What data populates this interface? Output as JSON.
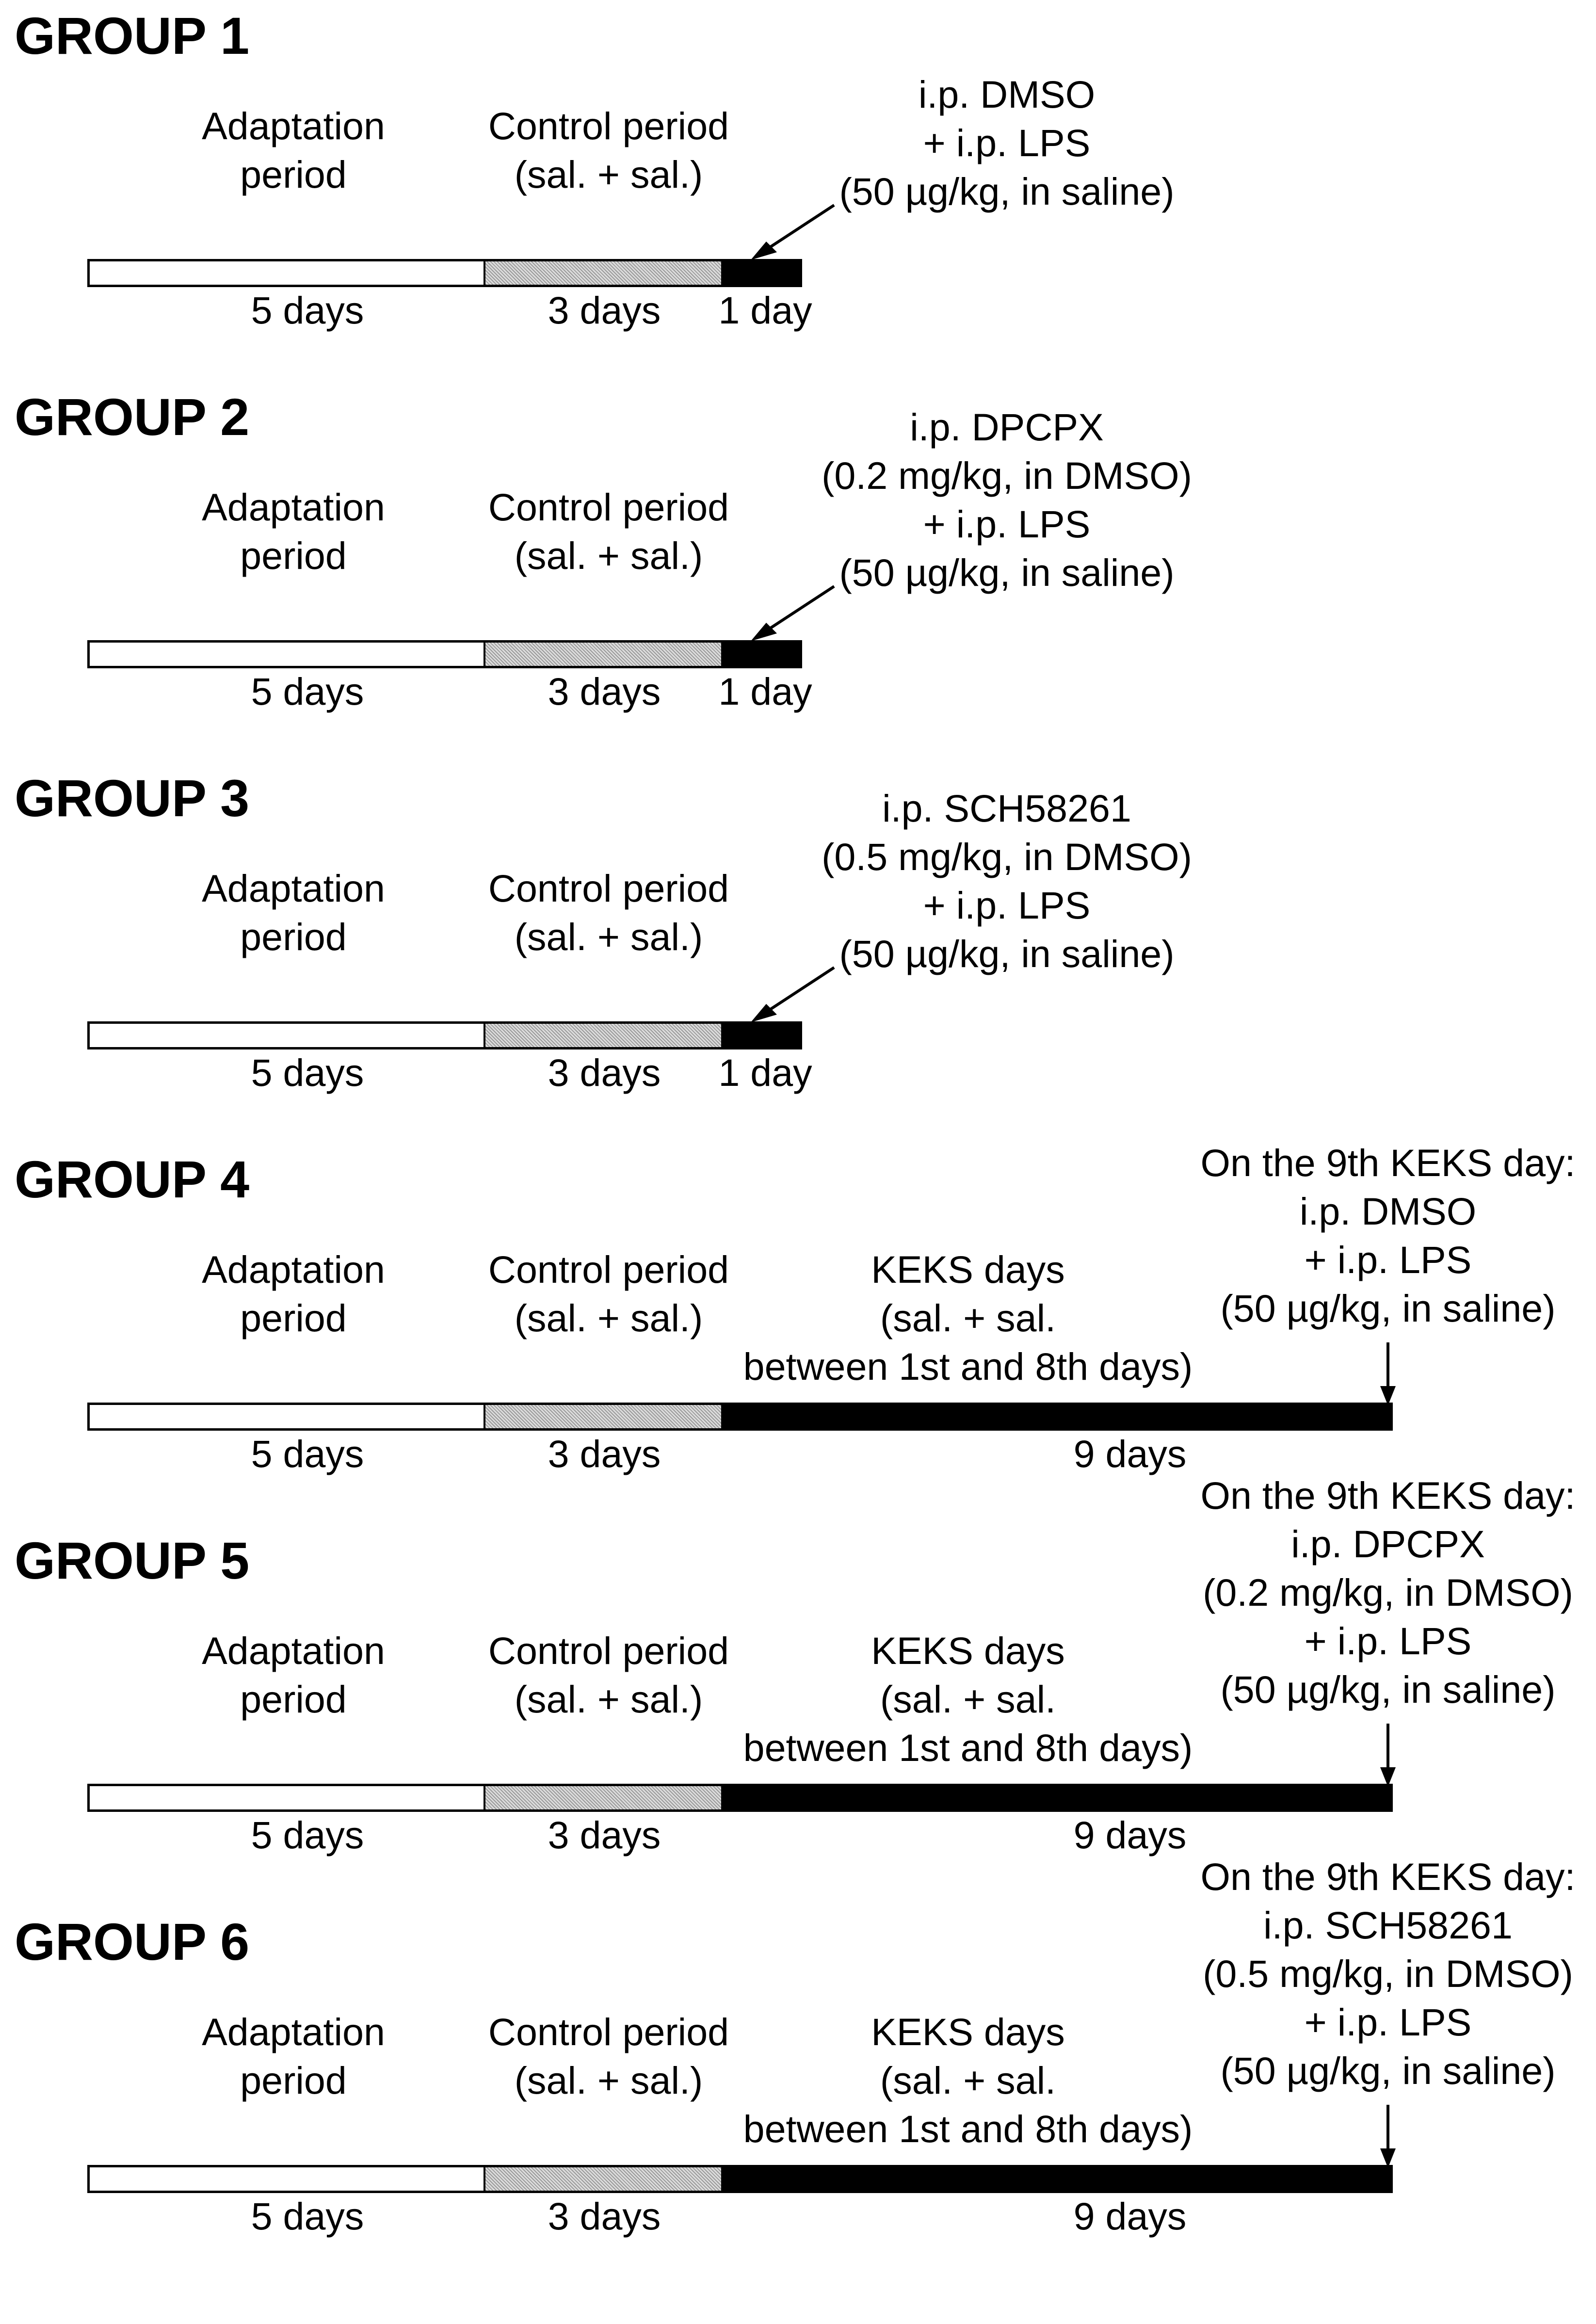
{
  "groups": [
    {
      "title": "GROUP 1",
      "phases": {
        "adaptation": [
          "Adaptation",
          "period"
        ],
        "control": [
          "Control period",
          "(sal. + sal.)"
        ]
      },
      "treatment": [
        "i.p. DMSO",
        "+ i.p. LPS",
        "(50 µg/kg, in saline)"
      ],
      "durations": [
        "5 days",
        "3 days",
        "1 day"
      ]
    },
    {
      "title": "GROUP 2",
      "phases": {
        "adaptation": [
          "Adaptation",
          "period"
        ],
        "control": [
          "Control period",
          "(sal. + sal.)"
        ]
      },
      "treatment": [
        "i.p. DPCPX",
        "(0.2 mg/kg, in DMSO)",
        "+ i.p. LPS",
        "(50 µg/kg, in saline)"
      ],
      "durations": [
        "5 days",
        "3 days",
        "1 day"
      ]
    },
    {
      "title": "GROUP 3",
      "phases": {
        "adaptation": [
          "Adaptation",
          "period"
        ],
        "control": [
          "Control period",
          "(sal. + sal.)"
        ]
      },
      "treatment": [
        "i.p. SCH58261",
        "(0.5 mg/kg, in DMSO)",
        "+ i.p. LPS",
        "(50 µg/kg, in saline)"
      ],
      "durations": [
        "5 days",
        "3 days",
        "1 day"
      ]
    },
    {
      "title": "GROUP 4",
      "phases": {
        "adaptation": [
          "Adaptation",
          "period"
        ],
        "control": [
          "Control period",
          "(sal. + sal.)"
        ],
        "keks": [
          "KEKS days",
          "(sal. + sal.",
          "between 1st and 8th days)"
        ]
      },
      "treatment": [
        "On the 9th KEKS day:",
        "i.p. DMSO",
        "+ i.p. LPS",
        "(50 µg/kg, in saline)"
      ],
      "durations": [
        "5 days",
        "3 days",
        "9 days"
      ]
    },
    {
      "title": "GROUP 5",
      "phases": {
        "adaptation": [
          "Adaptation",
          "period"
        ],
        "control": [
          "Control period",
          "(sal. + sal.)"
        ],
        "keks": [
          "KEKS days",
          "(sal. + sal.",
          "between 1st and 8th days)"
        ]
      },
      "treatment": [
        "On the 9th KEKS day:",
        "i.p. DPCPX",
        "(0.2 mg/kg, in DMSO)",
        "+ i.p. LPS",
        "(50 µg/kg, in saline)"
      ],
      "durations": [
        "5 days",
        "3 days",
        "9 days"
      ]
    },
    {
      "title": "GROUP 6",
      "phases": {
        "adaptation": [
          "Adaptation",
          "period"
        ],
        "control": [
          "Control period",
          "(sal. + sal.)"
        ],
        "keks": [
          "KEKS days",
          "(sal. + sal.",
          "between 1st and 8th days)"
        ]
      },
      "treatment": [
        "On the 9th KEKS day:",
        "i.p. SCH58261",
        "(0.5 mg/kg, in DMSO)",
        "+ i.p. LPS",
        "(50 µg/kg, in saline)"
      ],
      "durations": [
        "5 days",
        "3 days",
        "9 days"
      ]
    }
  ]
}
